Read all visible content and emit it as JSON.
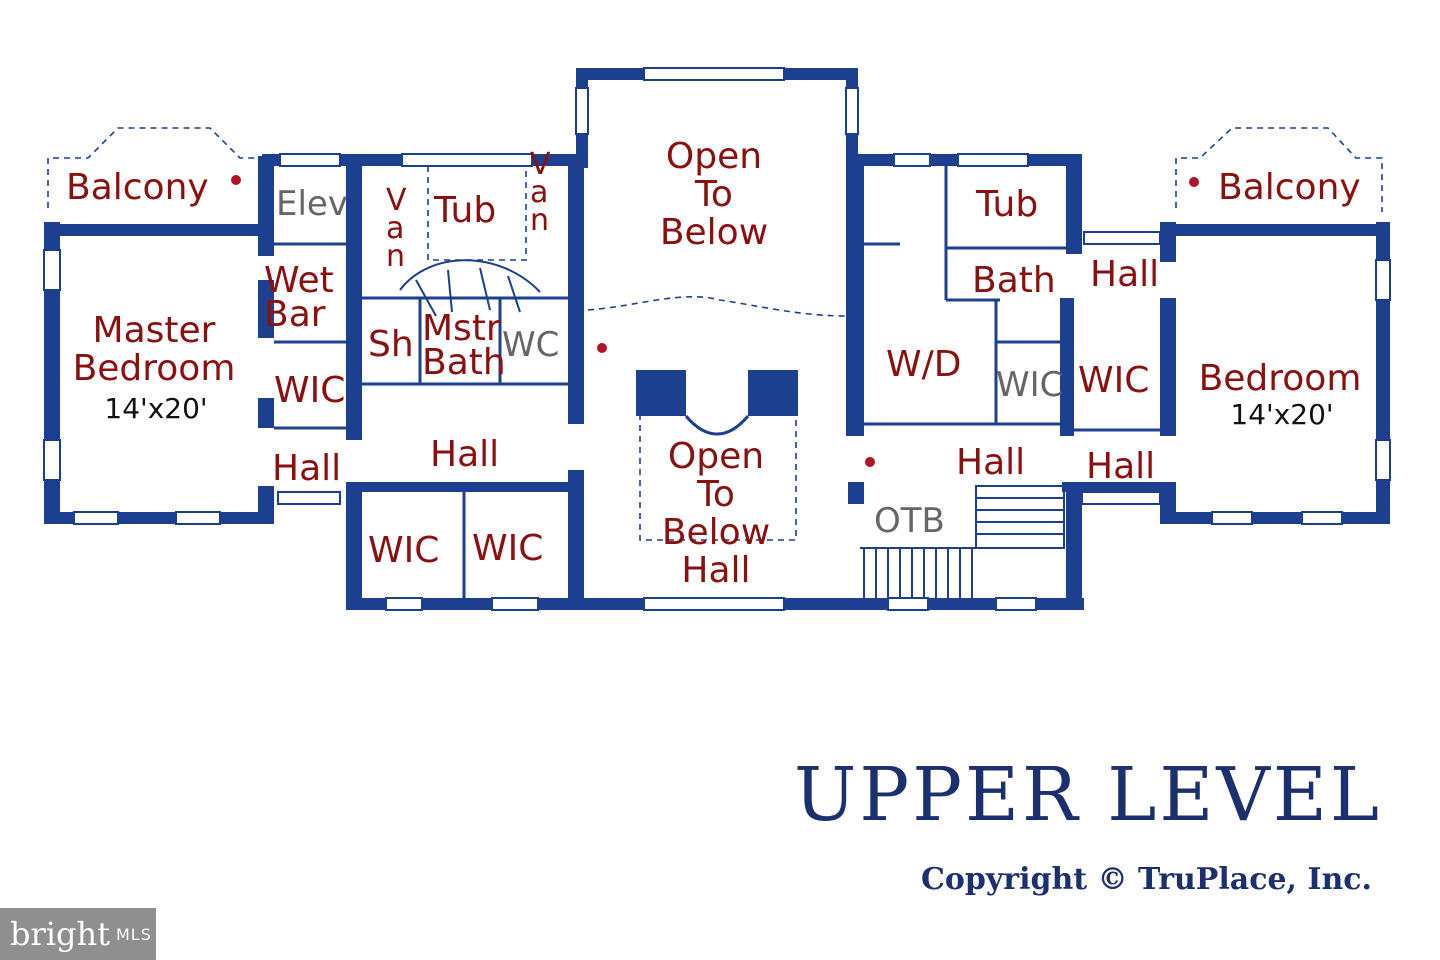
{
  "plan": {
    "rooms": {
      "balcony_left": "Balcony",
      "elev": "Elev",
      "van_left": "V a n",
      "tub_center": "Tub",
      "van_right": "V a n",
      "open_to_below": "Open To Below",
      "tub_right": "Tub",
      "balcony_right": "Balcony",
      "wet_bar": "Wet Bar",
      "master_bedroom": "Master Bedroom",
      "master_dim": "14'x20'",
      "sh": "Sh",
      "mstr_bath": "Mstr Bath",
      "wc": "WC",
      "wic_master": "WIC",
      "hall_left": "Hall",
      "hall_center_left": "Hall",
      "wic_lower_1": "WIC",
      "wic_lower_2": "WIC",
      "open_to_below_hall": "Open To Below Hall",
      "bath": "Bath",
      "hall_upper_right": "Hall",
      "w_d": "W/D",
      "wic_small": "WIC",
      "wic_right": "WIC",
      "bedroom": "Bedroom",
      "bedroom_dim": "14'x20'",
      "hall_center_right": "Hall",
      "hall_right": "Hall",
      "otb": "OTB"
    },
    "colors": {
      "wall": "#1c3f8f",
      "label": "#8b1010",
      "marker": "#b0122a"
    }
  },
  "title": "UPPER LEVEL",
  "copyright": "Copyright © TruPlace, Inc.",
  "watermark": {
    "brand": "bright",
    "suffix": "MLS"
  }
}
